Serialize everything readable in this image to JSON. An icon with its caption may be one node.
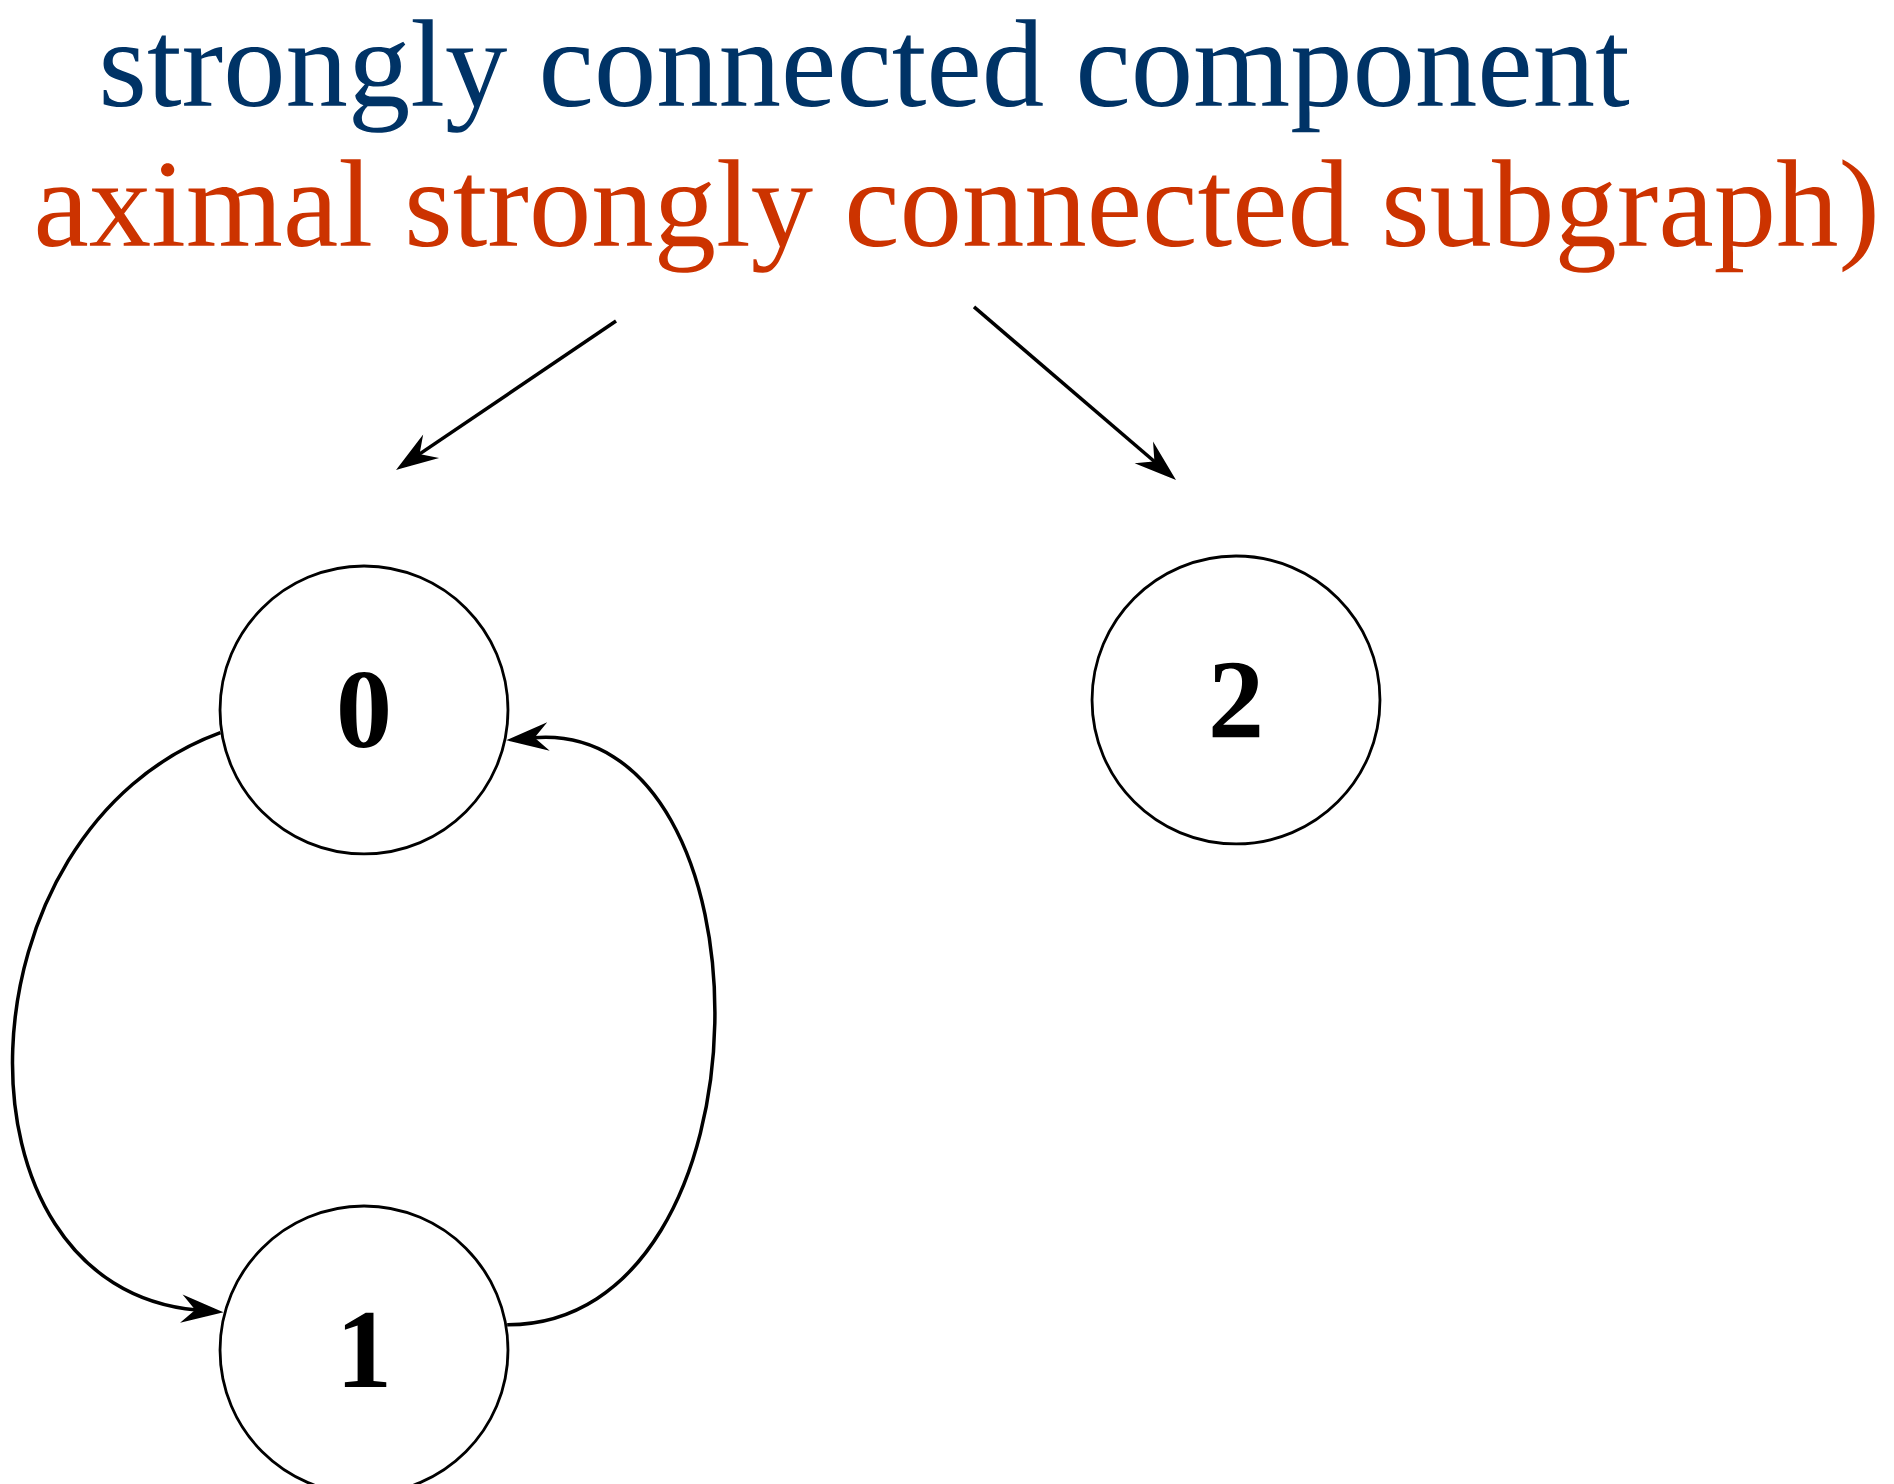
{
  "diagram": {
    "nodes": [
      {
        "text": [
          "strongly connected component"
        ]
      },
      {
        "text": [
          "aximal strongly connected subgraph)"
        ]
      },
      {
        "text": [
          "0"
        ]
      },
      {
        "text": [
          "1"
        ]
      },
      {
        "text": [
          "2"
        ]
      }
    ],
    "edges": [
      {
        "from": 1,
        "to": null,
        "arrow": "to"
      },
      {
        "from": 1,
        "to": null,
        "arrow": "to"
      },
      {
        "from": 2,
        "to": 3,
        "arrow": "to"
      },
      {
        "from": 3,
        "to": 2,
        "arrow": "to"
      }
    ]
  }
}
